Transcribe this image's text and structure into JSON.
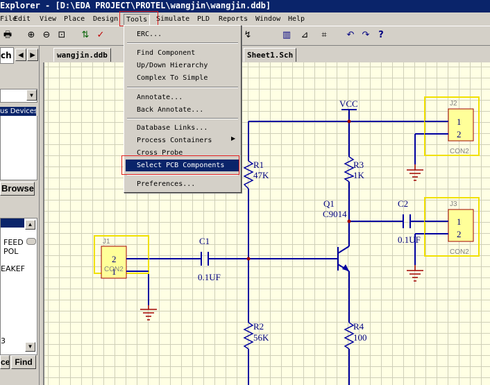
{
  "window": {
    "title": "Explorer - [D:\\EDA PROJECT\\PROTEL\\wangjin\\wangjin.ddb]"
  },
  "menu": {
    "items": [
      {
        "label": "File"
      },
      {
        "label": "Edit"
      },
      {
        "label": "View"
      },
      {
        "label": "Place"
      },
      {
        "label": "Design"
      },
      {
        "label": "Tools"
      },
      {
        "label": "Simulate"
      },
      {
        "label": "PLD"
      },
      {
        "label": "Reports"
      },
      {
        "label": "Window"
      },
      {
        "label": "Help"
      }
    ]
  },
  "tools_menu": {
    "items": [
      {
        "label": "ERC..."
      },
      {
        "label": "Find Component"
      },
      {
        "label": "Up/Down Hierarchy"
      },
      {
        "label": "Complex To Simple"
      },
      {
        "label": "Annotate..."
      },
      {
        "label": "Back Annotate..."
      },
      {
        "label": "Database Links..."
      },
      {
        "label": "Process Containers"
      },
      {
        "label": "Cross Probe"
      },
      {
        "label": "Select PCB Components"
      },
      {
        "label": "Preferences..."
      }
    ],
    "selected": "Select PCB Components"
  },
  "left_panel": {
    "tab_label": "ch",
    "device_list_item": "us Devices",
    "browse_button": "Browse",
    "list_items": [
      "FEED",
      "POL",
      "EAKEF",
      "3"
    ],
    "place_button": "ce",
    "find_button": "Find"
  },
  "doc_tabs": [
    {
      "label": "wangjin.ddb"
    },
    {
      "label": "Sheet1.Sch"
    }
  ],
  "schematic": {
    "vcc": "VCC",
    "r1": {
      "ref": "R1",
      "value": "47K"
    },
    "r2": {
      "ref": "R2",
      "value": "56K"
    },
    "r3": {
      "ref": "R3",
      "value": "1K"
    },
    "r4": {
      "ref": "R4",
      "value": "100"
    },
    "q1": {
      "ref": "Q1",
      "value": "C9014"
    },
    "c1": {
      "ref": "C1",
      "value": "0.1UF"
    },
    "c2": {
      "ref": "C2",
      "value": "0.1UF"
    },
    "j1": {
      "ref": "J1",
      "pins": [
        "2",
        "1"
      ],
      "type": "CON2"
    },
    "j2": {
      "ref": "J2",
      "pins": [
        "1",
        "2"
      ],
      "type": "CON2"
    },
    "j3": {
      "ref": "J3",
      "pins": [
        "1",
        "2"
      ],
      "type": "CON2"
    }
  }
}
